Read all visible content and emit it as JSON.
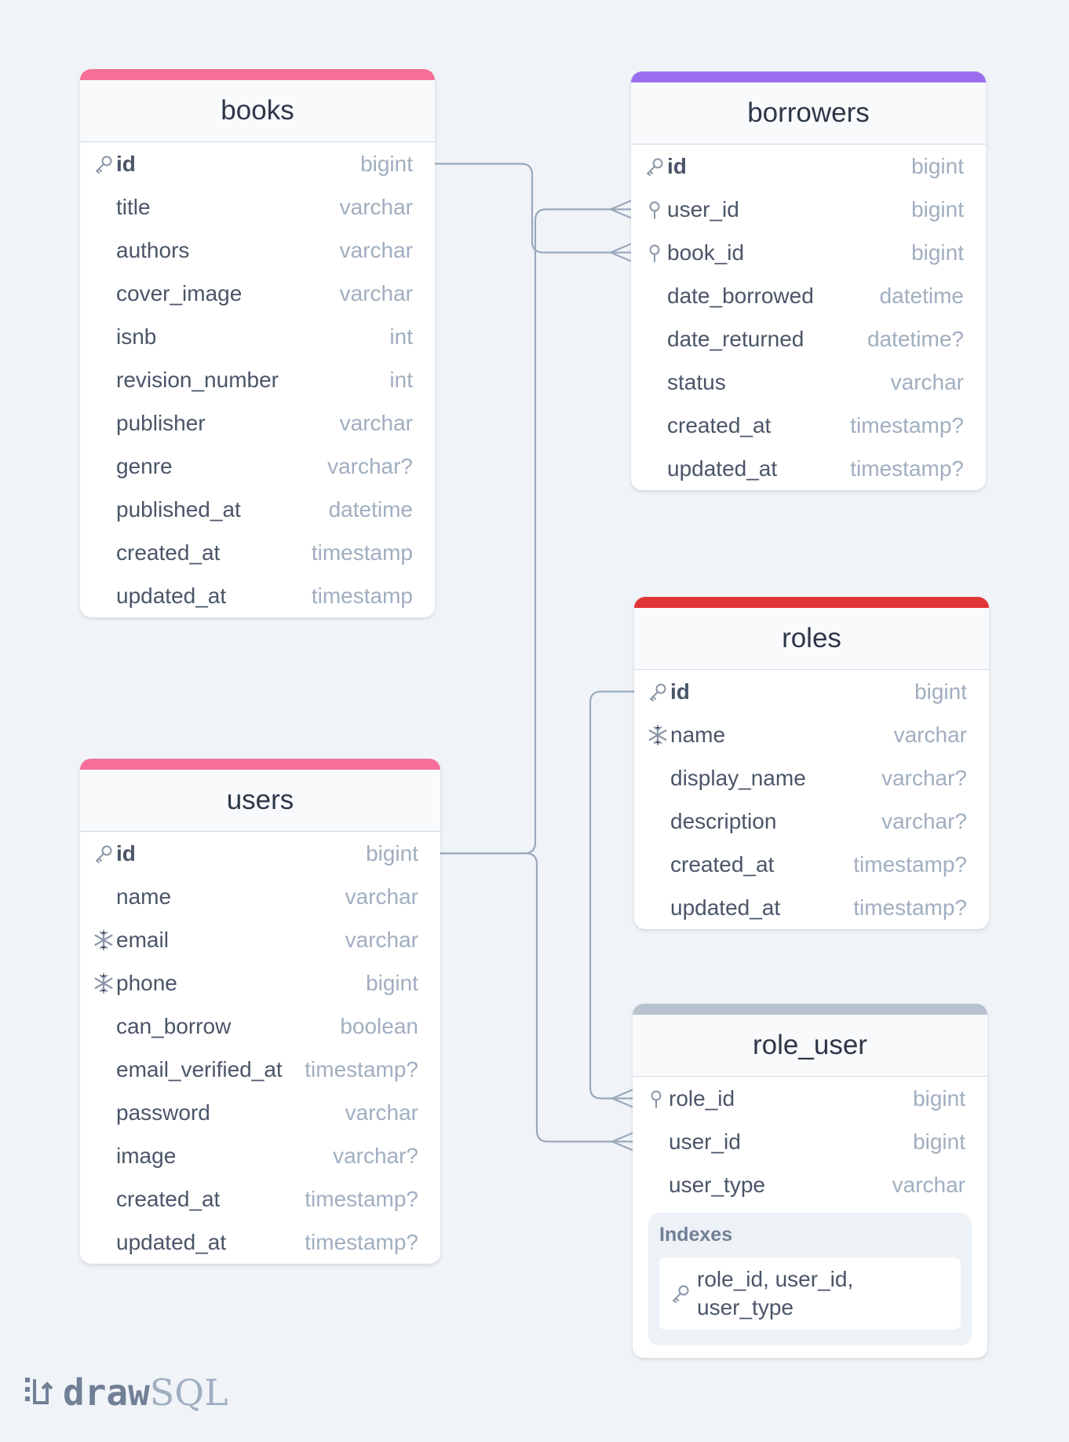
{
  "tables": [
    {
      "id": "books",
      "title": "books",
      "color": "#f56f98",
      "fields": [
        {
          "name": "id",
          "type": "bigint",
          "icon": "key",
          "pk": true
        },
        {
          "name": "title",
          "type": "varchar"
        },
        {
          "name": "authors",
          "type": "varchar"
        },
        {
          "name": "cover_image",
          "type": "varchar"
        },
        {
          "name": "isnb",
          "type": "int"
        },
        {
          "name": "revision_number",
          "type": "int"
        },
        {
          "name": "publisher",
          "type": "varchar"
        },
        {
          "name": "genre",
          "type": "varchar?"
        },
        {
          "name": "published_at",
          "type": "datetime"
        },
        {
          "name": "created_at",
          "type": "timestamp"
        },
        {
          "name": "updated_at",
          "type": "timestamp"
        }
      ]
    },
    {
      "id": "borrowers",
      "title": "borrowers",
      "color": "#9b6ef0",
      "fields": [
        {
          "name": "id",
          "type": "bigint",
          "icon": "key",
          "pk": true
        },
        {
          "name": "user_id",
          "type": "bigint",
          "icon": "pin"
        },
        {
          "name": "book_id",
          "type": "bigint",
          "icon": "pin"
        },
        {
          "name": "date_borrowed",
          "type": "datetime"
        },
        {
          "name": "date_returned",
          "type": "datetime?"
        },
        {
          "name": "status",
          "type": "varchar"
        },
        {
          "name": "created_at",
          "type": "timestamp?"
        },
        {
          "name": "updated_at",
          "type": "timestamp?"
        }
      ]
    },
    {
      "id": "roles",
      "title": "roles",
      "color": "#e03535",
      "fields": [
        {
          "name": "id",
          "type": "bigint",
          "icon": "key",
          "pk": true
        },
        {
          "name": "name",
          "type": "varchar",
          "icon": "snowflake"
        },
        {
          "name": "display_name",
          "type": "varchar?"
        },
        {
          "name": "description",
          "type": "varchar?"
        },
        {
          "name": "created_at",
          "type": "timestamp?"
        },
        {
          "name": "updated_at",
          "type": "timestamp?"
        }
      ]
    },
    {
      "id": "users",
      "title": "users",
      "color": "#f56f98",
      "fields": [
        {
          "name": "id",
          "type": "bigint",
          "icon": "key",
          "pk": true
        },
        {
          "name": "name",
          "type": "varchar"
        },
        {
          "name": "email",
          "type": "varchar",
          "icon": "snowflake"
        },
        {
          "name": "phone",
          "type": "bigint",
          "icon": "snowflake"
        },
        {
          "name": "can_borrow",
          "type": "boolean"
        },
        {
          "name": "email_verified_at",
          "type": "timestamp?"
        },
        {
          "name": "password",
          "type": "varchar"
        },
        {
          "name": "image",
          "type": "varchar?"
        },
        {
          "name": "created_at",
          "type": "timestamp?"
        },
        {
          "name": "updated_at",
          "type": "timestamp?"
        }
      ]
    },
    {
      "id": "role_user",
      "title": "role_user",
      "color": "#b8c2cf",
      "fields": [
        {
          "name": "role_id",
          "type": "bigint",
          "icon": "pin"
        },
        {
          "name": "user_id",
          "type": "bigint"
        },
        {
          "name": "user_type",
          "type": "varchar"
        }
      ],
      "indexes": {
        "title": "Indexes",
        "items": [
          {
            "columns": "role_id, user_id, user_type",
            "icon": "key"
          }
        ]
      }
    }
  ],
  "relations": [
    {
      "from": "books.id",
      "to": "borrowers.book_id"
    },
    {
      "from": "users.id",
      "to": "borrowers.user_id"
    },
    {
      "from": "users.id",
      "to": "role_user.user_id"
    },
    {
      "from": "roles.id",
      "to": "role_user.role_id"
    }
  ],
  "logo": {
    "part1": "draw",
    "part2": "SQL"
  }
}
